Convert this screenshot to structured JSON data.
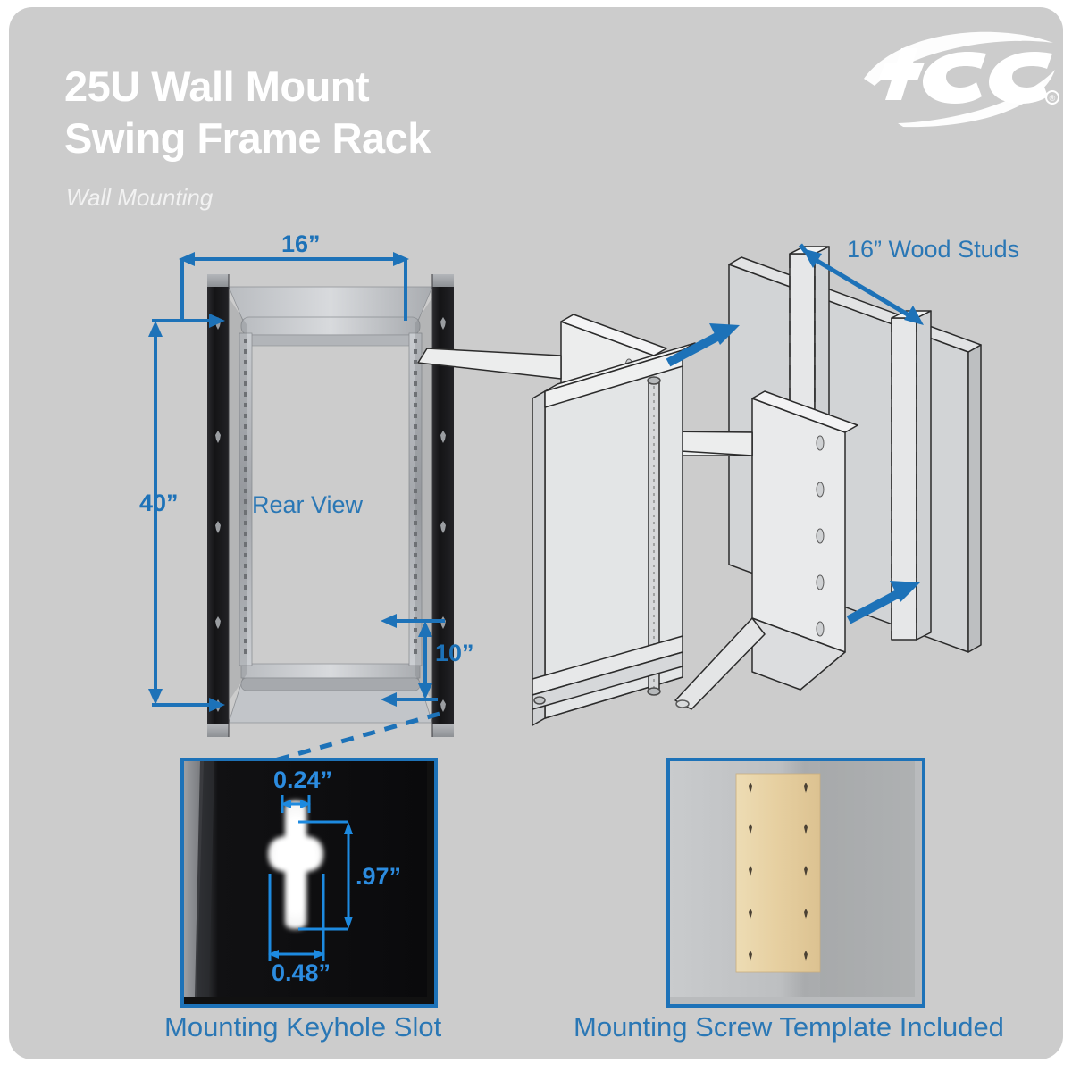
{
  "header": {
    "title_line1": "25U Wall Mount",
    "title_line2": "Swing Frame Rack",
    "subtitle": "Wall Mounting",
    "logo_text": "ICC",
    "logo_registered": "®"
  },
  "rear_view": {
    "view_label": "Rear View",
    "width_dim": "16”",
    "height_dim": "40”",
    "bottom_offset_dim": "10”"
  },
  "exploded_view": {
    "stud_label": "16” Wood Studs"
  },
  "keyhole_detail": {
    "caption": "Mounting Keyhole Slot",
    "top_width": "0.24”",
    "height": ".97”",
    "bottom_width": "0.48”"
  },
  "template_detail": {
    "caption": "Mounting Screw Template Included"
  },
  "colors": {
    "page_background": "#cccccc",
    "accent_blue": "#1d72b8",
    "label_blue": "#2a77b5",
    "title_white": "#ffffff",
    "rail_black": "#1a1a1c",
    "metal_gray": "#9fa2a6",
    "template_tan": "#e8cfa0"
  }
}
